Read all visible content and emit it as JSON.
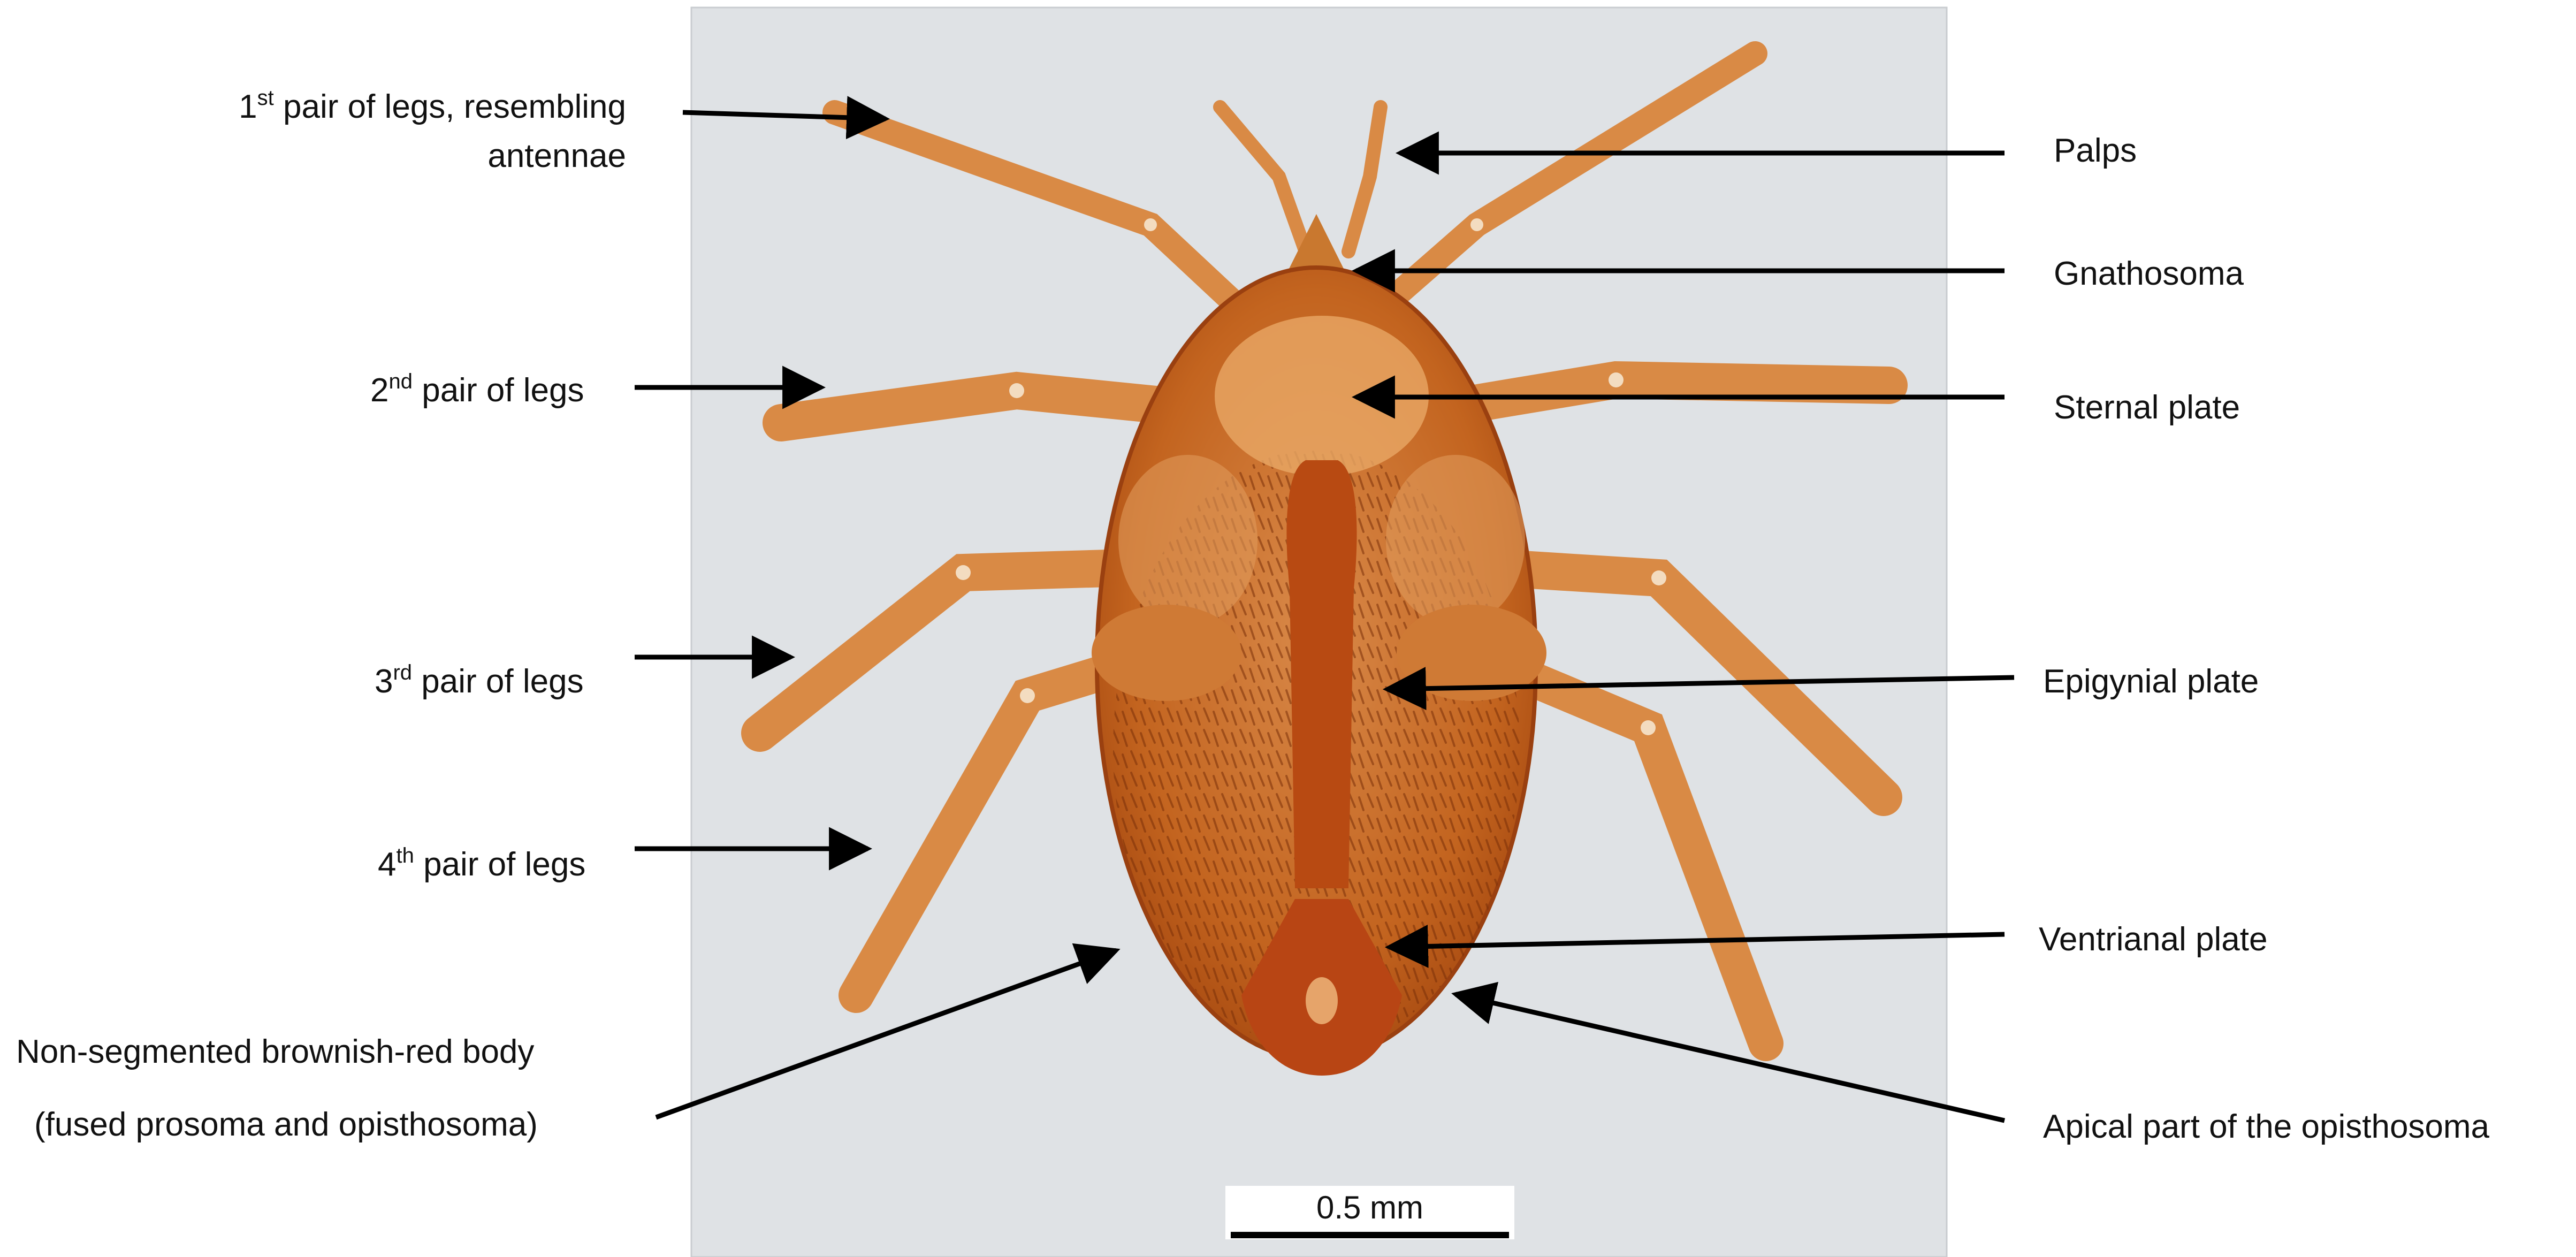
{
  "labels": {
    "leg1_ordinal": "1",
    "leg1_suffix": "st",
    "leg1_line1": " pair of legs, resembling",
    "leg1_line2": "antennae",
    "leg2_ordinal": "2",
    "leg2_suffix": "nd",
    "leg2_text": " pair of legs",
    "leg3_ordinal": "3",
    "leg3_suffix": "rd",
    "leg3_text": " pair of legs",
    "leg4_ordinal": "4",
    "leg4_suffix": "th",
    "leg4_text": " pair of legs",
    "body_line1": "Non-segmented brownish-red body",
    "body_line2": "(fused prosoma and opisthosoma)",
    "palps": "Palps",
    "gnathosoma": "Gnathosoma",
    "sternal_plate": "Sternal plate",
    "epigynial_plate": "Epigynial plate",
    "ventrianal_plate": "Ventrianal plate",
    "apical_part": "Apical part of the opisthosoma"
  },
  "scale_bar": {
    "label": "0.5 mm"
  },
  "colors": {
    "micrograph_background": "#dfe2e5",
    "body_orange": "#c9661e",
    "body_dark": "#a4410f",
    "leg_orange": "#d98a45",
    "arrow": "#000000"
  }
}
